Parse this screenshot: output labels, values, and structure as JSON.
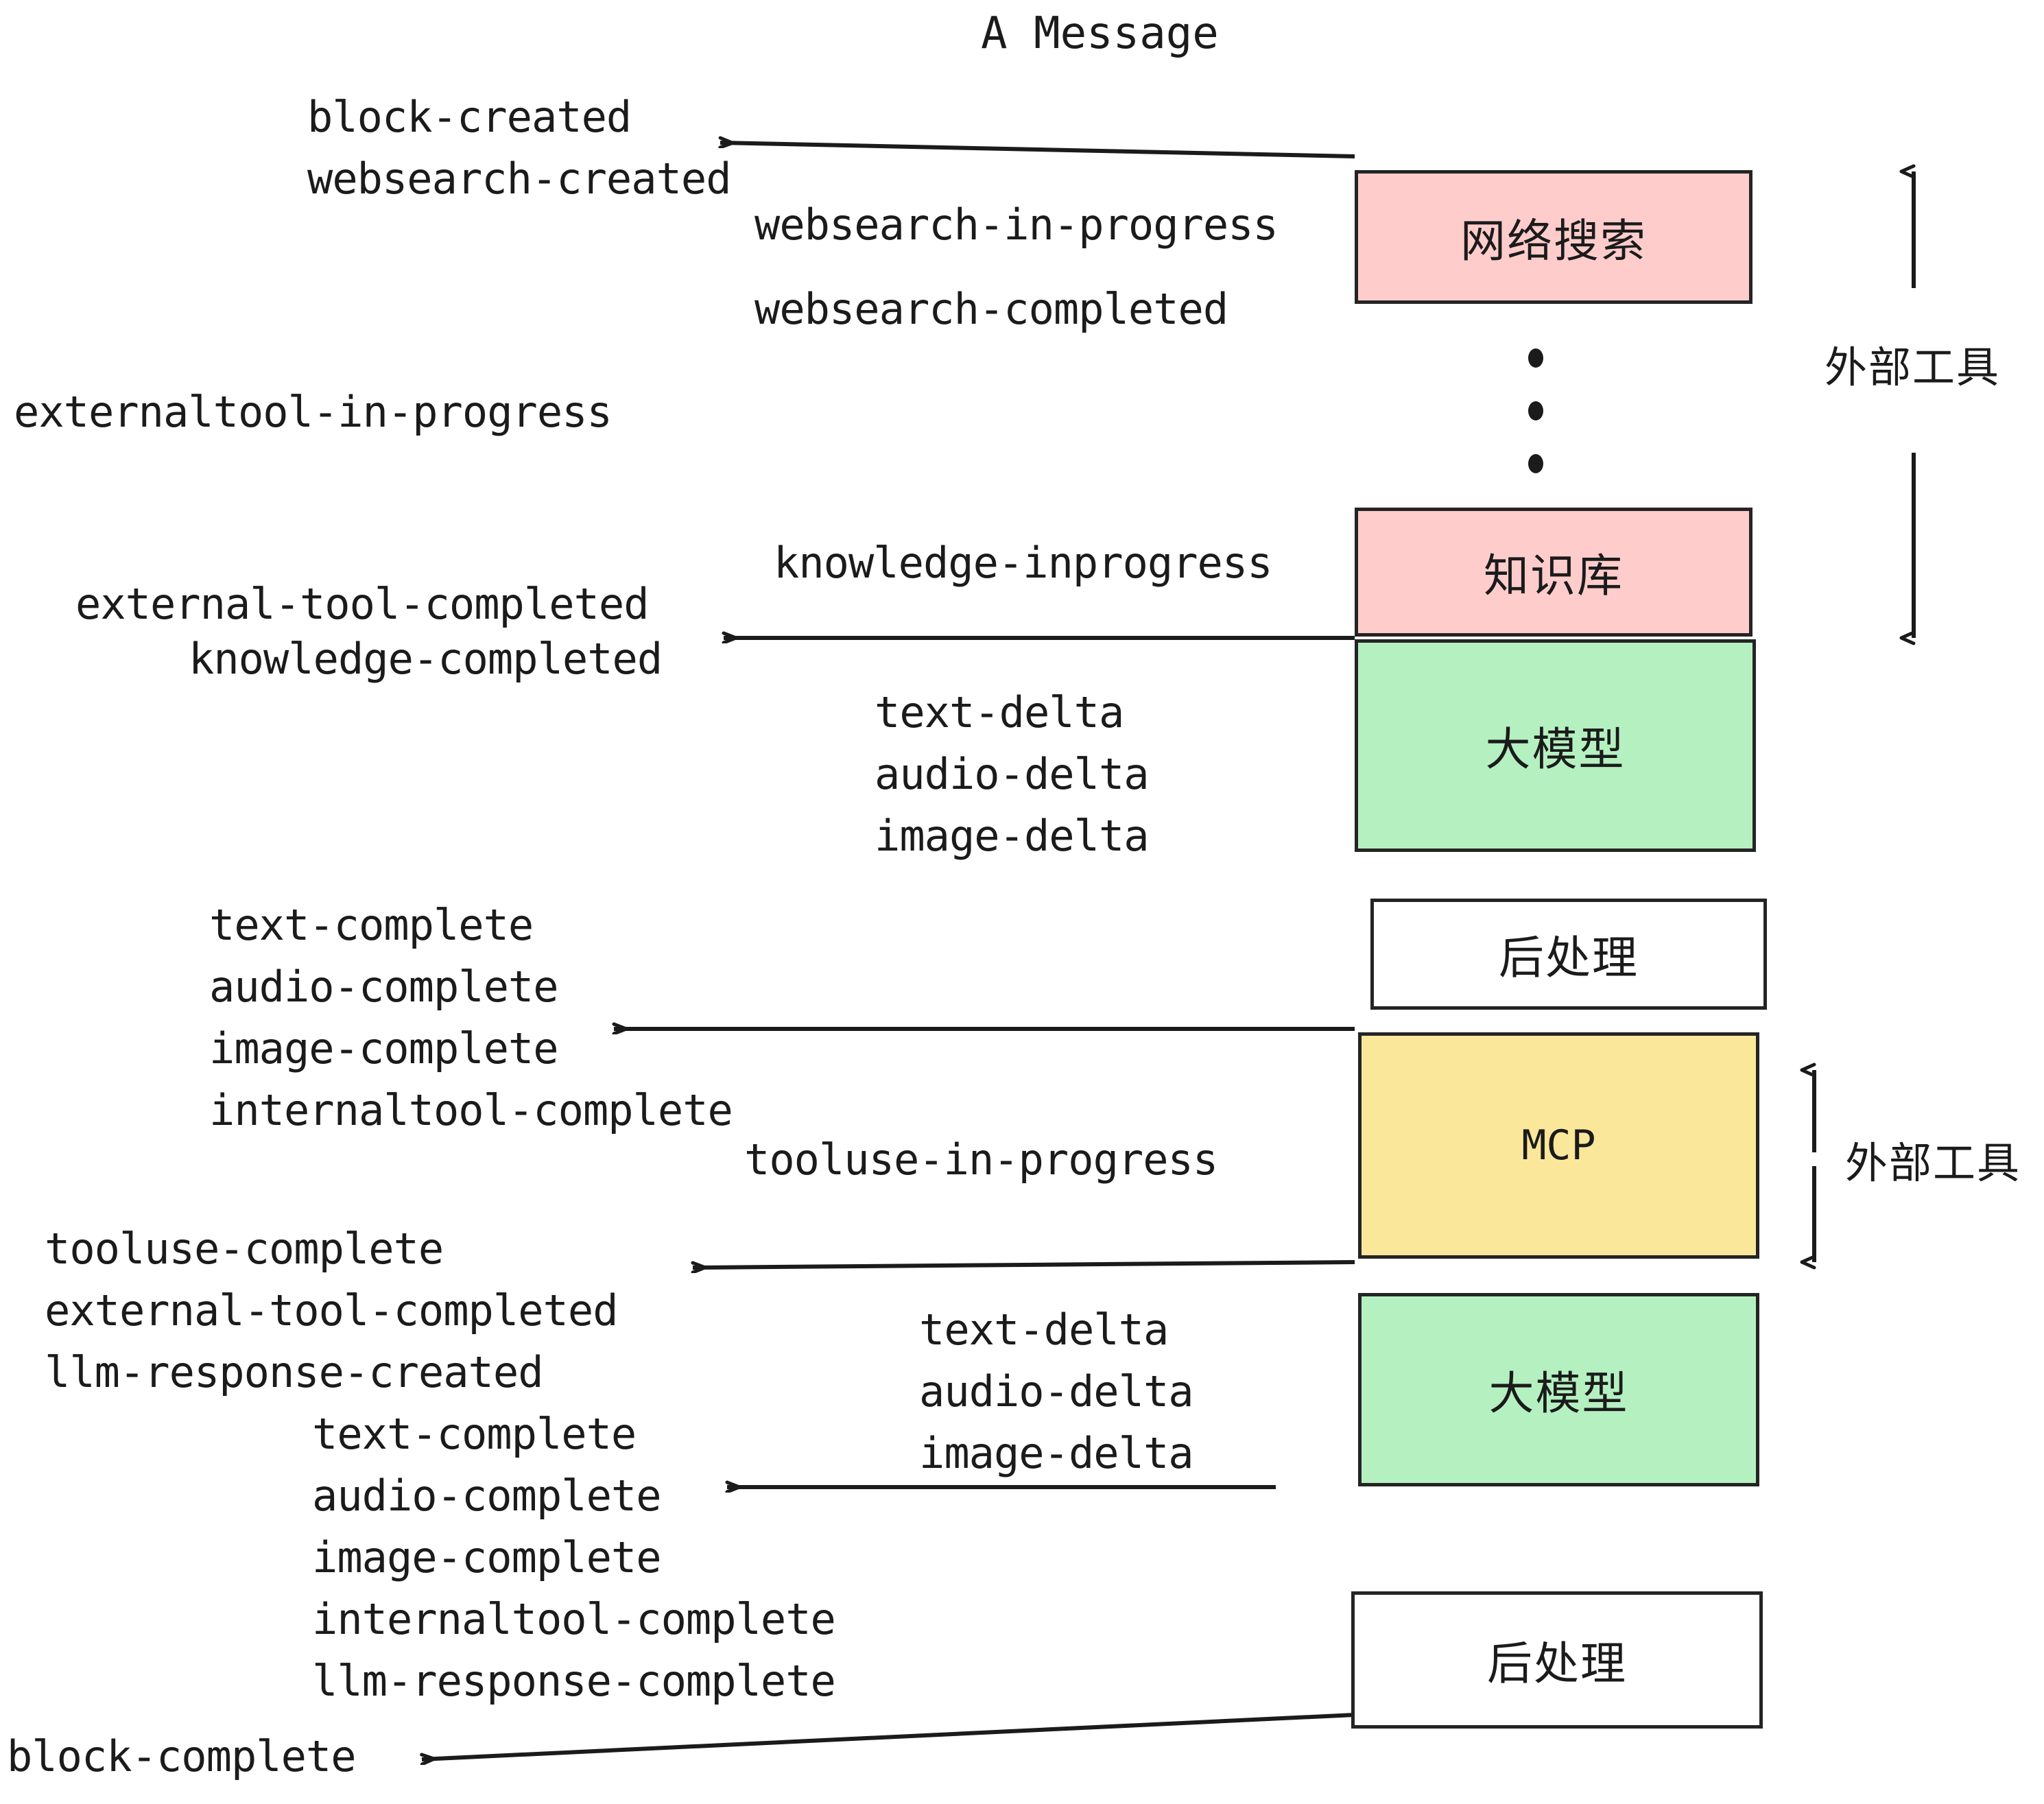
{
  "diagram": {
    "title": "A Message",
    "colors": {
      "pink": "#ffcccc",
      "green": "#b5f0c1",
      "yellow": "#fae79a",
      "white": "#ffffff",
      "stroke": "#242424",
      "text": "#1b1b1b"
    },
    "boxes": [
      {
        "id": "websearch",
        "label": "网络搜索",
        "fill": "#ffcccc"
      },
      {
        "id": "knowledge",
        "label": "知识库",
        "fill": "#ffcccc"
      },
      {
        "id": "llm-top",
        "label": "大模型",
        "fill": "#b5f0c1"
      },
      {
        "id": "postproc-top",
        "label": "后处理",
        "fill": "#ffffff"
      },
      {
        "id": "mcp",
        "label": "MCP",
        "fill": "#fae79a"
      },
      {
        "id": "llm-bottom",
        "label": "大模型",
        "fill": "#b5f0c1"
      },
      {
        "id": "postproc-bottom",
        "label": "后处理",
        "fill": "#ffffff"
      }
    ],
    "side_annotations": [
      {
        "id": "external-tools-top",
        "label": "外部工具"
      },
      {
        "id": "external-tools-bottom",
        "label": "外部工具"
      }
    ],
    "events": {
      "block_created": "block-created",
      "websearch_created": "websearch-created",
      "websearch_in_progress": "websearch-in-progress",
      "websearch_completed": "websearch-completed",
      "externaltool_in_progress": "externaltool-in-progress",
      "knowledge_inprogress": "knowledge-inprogress",
      "external_tool_completed_1": "external-tool-completed",
      "knowledge_completed": "knowledge-completed",
      "text_delta_1": "text-delta",
      "audio_delta_1": "audio-delta",
      "image_delta_1": "image-delta",
      "text_complete_1": "text-complete",
      "audio_complete_1": "audio-complete",
      "image_complete_1": "image-complete",
      "internaltool_complete_1": "internaltool-complete",
      "tooluse_in_progress": "tooluse-in-progress",
      "tooluse_complete": "tooluse-complete",
      "external_tool_completed_2": "external-tool-completed",
      "llm_response_created": "llm-response-created",
      "text_delta_2": "text-delta",
      "audio_delta_2": "audio-delta",
      "image_delta_2": "image-delta",
      "text_complete_2": "text-complete",
      "audio_complete_2": "audio-complete",
      "image_complete_2": "image-complete",
      "internaltool_complete_2": "internaltool-complete",
      "llm_response_complete": "llm-response-complete",
      "block_complete": "block-complete"
    }
  }
}
